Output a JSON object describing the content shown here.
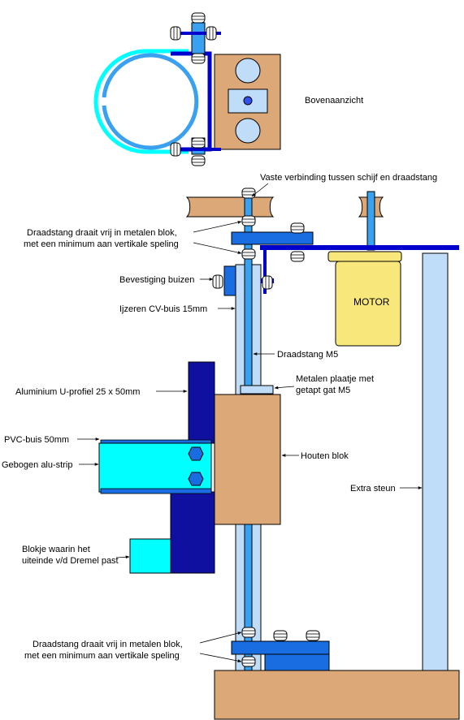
{
  "labels": {
    "top_view": "Bovenaanzicht",
    "fixed_connection": "Vaste verbinding tussen schijf en draadstang",
    "rod_free_top_1": "Draadstang draait vrij in metalen blok,",
    "rod_free_top_2": "met een minimum aan vertikale speling",
    "tube_mount": "Bevestiging buizen",
    "iron_tube": "Ijzeren CV-buis 15mm",
    "threaded_rod": "Draadstang M5",
    "alu_profile": "Aluminium U-profiel 25 x 50mm",
    "metal_plate_1": "Metalen plaatje met",
    "metal_plate_2": "getapt gat M5",
    "pvc_tube": "PVC-buis 50mm",
    "bent_strip": "Gebogen alu-strip",
    "wood_block": "Houten blok",
    "extra_support": "Extra steun",
    "dremel_block_1": "Blokje waarin het",
    "dremel_block_2": "uiteinde v/d Dremel past",
    "rod_free_bottom_1": "Draadstang draait vrij in metalen blok,",
    "rod_free_bottom_2": "met een minimum aan vertikale speling",
    "motor": "MOTOR"
  },
  "colors": {
    "wood": "#dca878",
    "dark_blue": "#0000cc",
    "navy": "#1010a0",
    "medium_blue": "#1a6de0",
    "light_blue": "#bfdcf8",
    "cyan": "#00ffff",
    "sky": "#3aa0f0",
    "motor_yellow": "#f8e87c"
  },
  "icons": {
    "nut": "hex-nut-icon",
    "bolt": "bolt-icon"
  }
}
